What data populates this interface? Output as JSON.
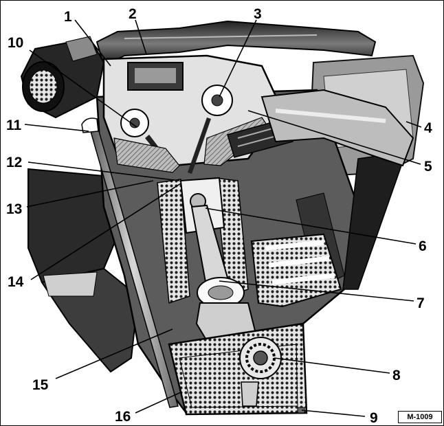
{
  "callouts": [
    {
      "id": "1",
      "label": "1"
    },
    {
      "id": "2",
      "label": "2"
    },
    {
      "id": "3",
      "label": "3"
    },
    {
      "id": "4",
      "label": "4"
    },
    {
      "id": "5",
      "label": "5"
    },
    {
      "id": "6",
      "label": "6"
    },
    {
      "id": "7",
      "label": "7"
    },
    {
      "id": "8",
      "label": "8"
    },
    {
      "id": "9",
      "label": "9"
    },
    {
      "id": "10",
      "label": "10"
    },
    {
      "id": "11",
      "label": "11"
    },
    {
      "id": "12",
      "label": "12"
    },
    {
      "id": "13",
      "label": "13"
    },
    {
      "id": "14",
      "label": "14"
    },
    {
      "id": "15",
      "label": "15"
    },
    {
      "id": "16",
      "label": "16"
    }
  ],
  "reference_code": "M-1009",
  "colors": {
    "ink": "#000000",
    "paper": "#ffffff",
    "shade_dark": "#3a3a3a",
    "shade_mid": "#8a8a8a",
    "shade_light": "#c8c8c8"
  }
}
